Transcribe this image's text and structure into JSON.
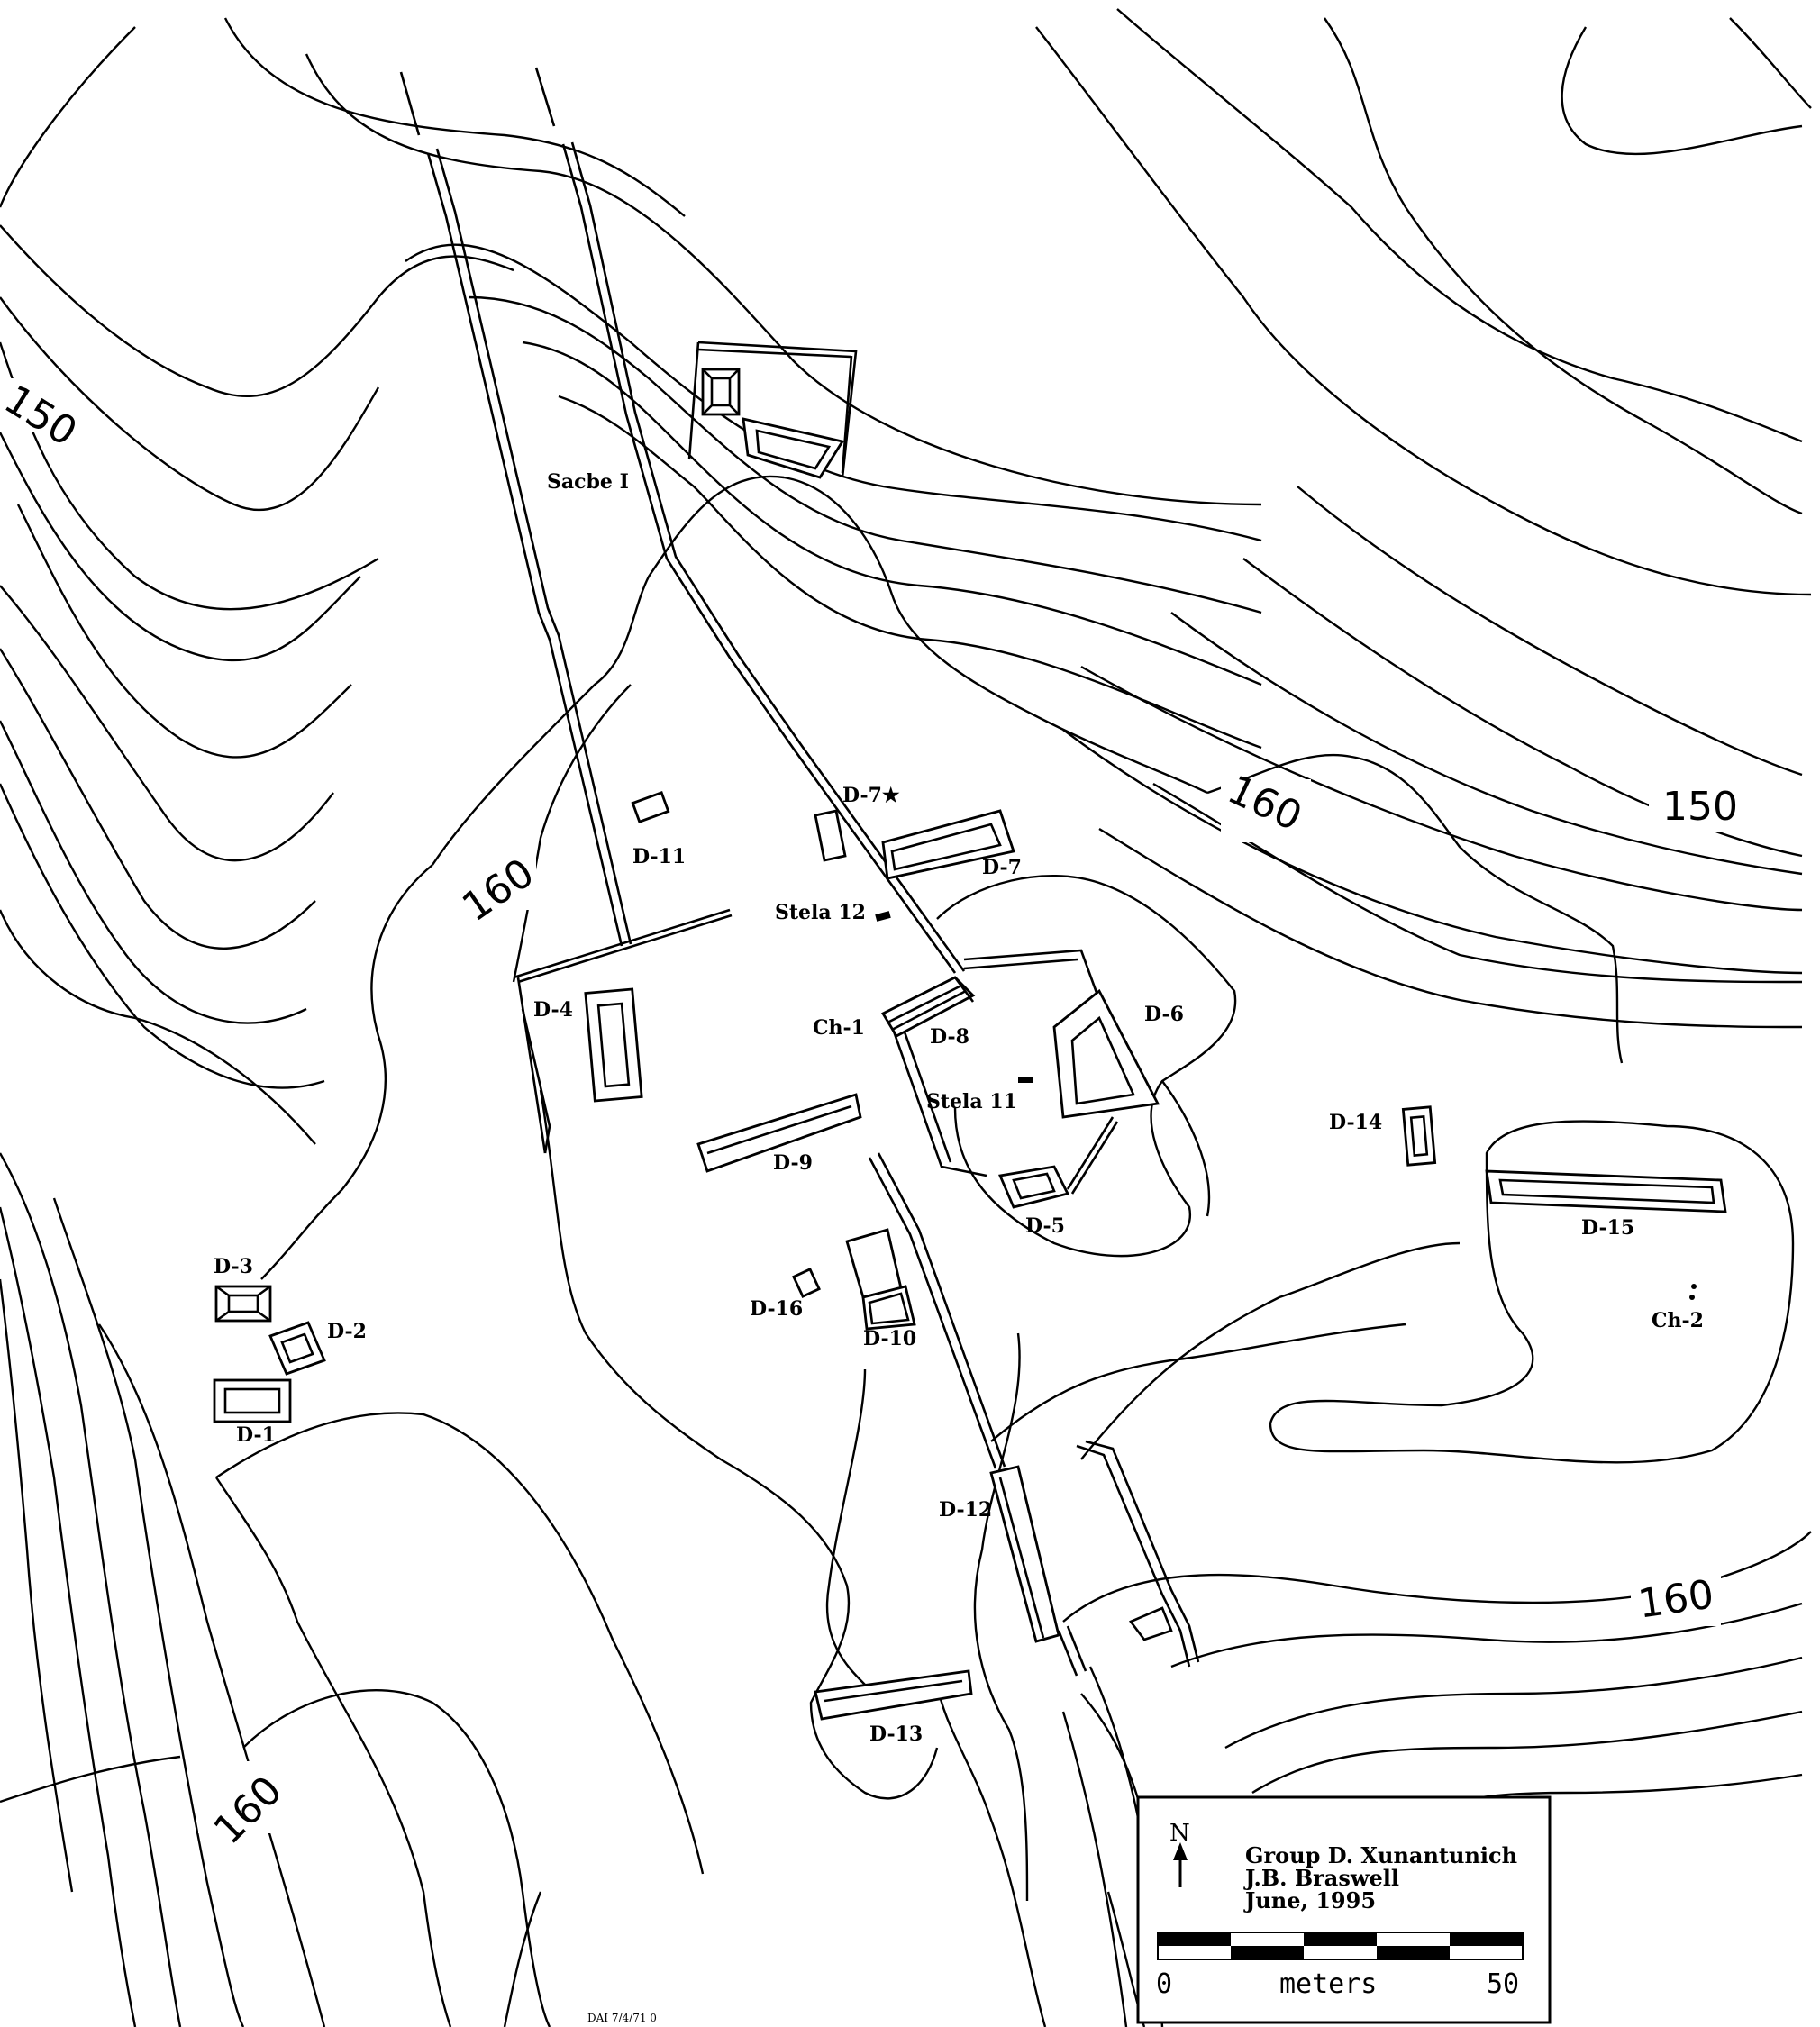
{
  "structures": {
    "d1": "D-1",
    "d2": "D-2",
    "d3": "D-3",
    "d4": "D-4",
    "d5": "D-5",
    "d6": "D-6",
    "d7": "D-7",
    "d7star": "D-7★",
    "d8": "D-8",
    "d9": "D-9",
    "d10": "D-10",
    "d11": "D-11",
    "d12": "D-12",
    "d13": "D-13",
    "d14": "D-14",
    "d15": "D-15",
    "d16": "D-16"
  },
  "features": {
    "sacbe": "Sacbe I",
    "stela12": "Stela 12",
    "stela11": "Stela 11",
    "ch1": "Ch-1",
    "ch2": "Ch-2"
  },
  "contours": {
    "c150_west": "150",
    "c150_east": "150",
    "c160_center": "160",
    "c160_northeast": "160",
    "c160_southeast": "160",
    "c160_southwest": "160"
  },
  "legend": {
    "north_label": "N",
    "title_line1": "Group D. Xunantunich",
    "title_line2": "J.B. Braswell",
    "title_line3": "June, 1995",
    "scale_min": "0",
    "scale_unit": "meters",
    "scale_max": "50"
  },
  "footer_stamp": "DAI 7/4/71 0",
  "colors": {
    "ink": "#000000",
    "paper": "#ffffff"
  }
}
